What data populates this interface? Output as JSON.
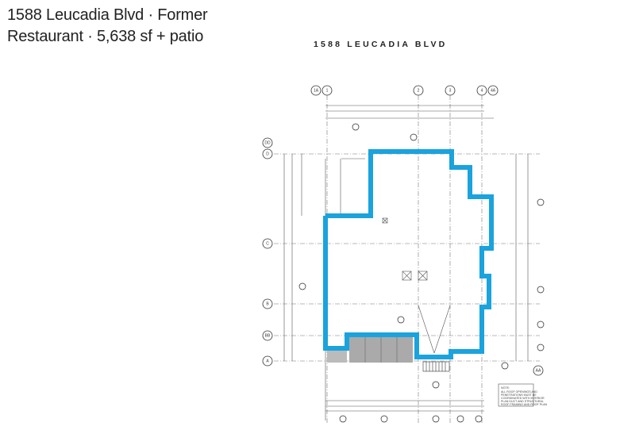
{
  "header": {
    "title_line1": "1588 Leucadia Blvd · Former",
    "title_line2": "Restaurant ·  5,638 sf + patio",
    "plan_label": "1588 LEUCADIA BLVD"
  },
  "plan": {
    "outline_color": "#1aa3dd",
    "grid_top": [
      "1A",
      "1",
      "2",
      "3",
      "4",
      "4A"
    ],
    "grid_left": [
      "DD",
      "D",
      "C",
      "B",
      "BB",
      "A"
    ],
    "grid_right": [
      "AA"
    ],
    "note_title": "NOTE:",
    "note_lines": [
      "ALL ROOF OPENINGS AND",
      "PENETRATIONS MUST BE",
      "COORDINATED WITH INTERIOR",
      "PLAN DUCT AND STRUCTURAL",
      "ROOF FRAMING AND ROOF PLAN"
    ]
  }
}
